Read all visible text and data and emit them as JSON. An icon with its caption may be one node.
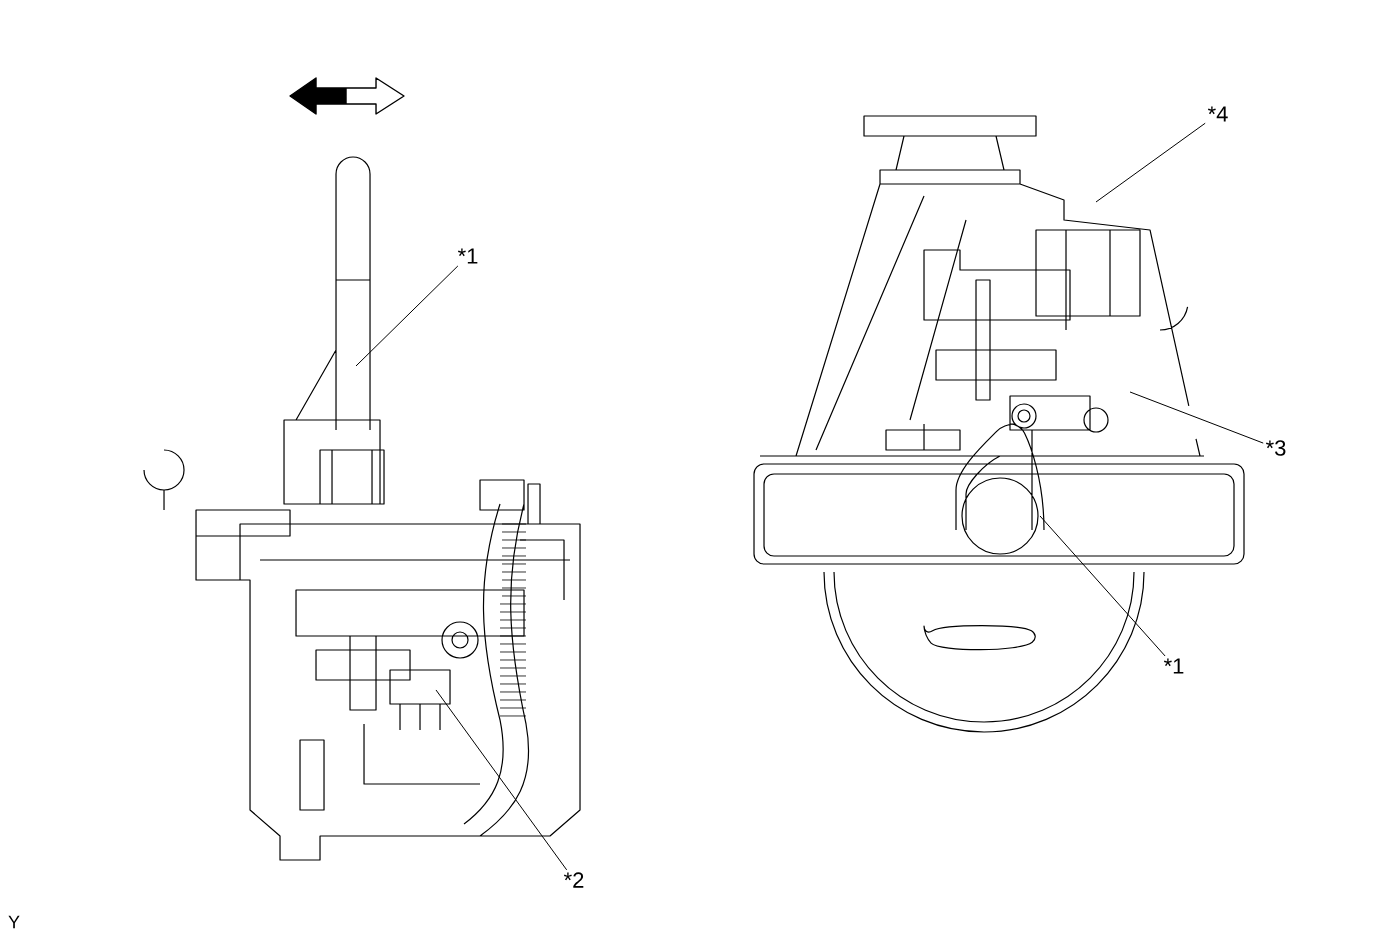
{
  "diagram": {
    "nodes": [
      {
        "text": [
          "*1"
        ]
      },
      {
        "text": [
          "*2"
        ]
      },
      {
        "text": [
          "*4"
        ]
      },
      {
        "text": [
          "*3"
        ]
      },
      {
        "text": [
          "*1"
        ]
      }
    ],
    "edges": [
      {
        "from": 0,
        "to": null,
        "arrow": "none"
      },
      {
        "from": 1,
        "to": null,
        "arrow": "none"
      },
      {
        "from": 2,
        "to": null,
        "arrow": "none"
      },
      {
        "from": 3,
        "to": null,
        "arrow": "none"
      },
      {
        "from": 4,
        "to": null,
        "arrow": "none"
      }
    ],
    "labels": [
      "Y"
    ]
  }
}
